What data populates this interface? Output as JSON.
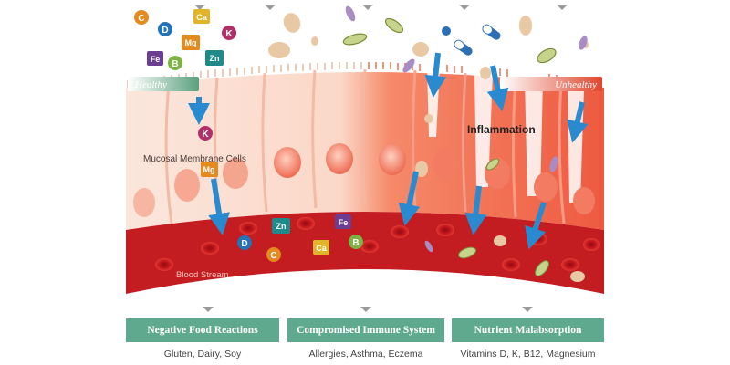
{
  "labels": {
    "healthy": "Healthy",
    "unhealthy": "Unhealthy",
    "mucosal": "Mucosal Membrane Cells",
    "blood": "Blood Stream",
    "inflammation": "Inflammation"
  },
  "nutrients_top": [
    "C",
    "Ca",
    "K",
    "D",
    "Mg",
    "Fe",
    "B",
    "Zn"
  ],
  "nutrients_cells": [
    "K",
    "Mg"
  ],
  "nutrients_blood": [
    "Zn",
    "Fe",
    "D",
    "C",
    "Ca",
    "B"
  ],
  "outcomes": [
    {
      "title": "Negative Food Reactions",
      "subtitle": "Gluten, Dairy, Soy"
    },
    {
      "title": "Compromised Immune System",
      "subtitle": "Allergies, Asthma, Eczema"
    },
    {
      "title": "Nutrient Malabsorption",
      "subtitle": "Vitamins D, K, B12, Magnesium"
    }
  ],
  "colors": {
    "healthy_bar": "#5aa07e",
    "unhealthy_bar": "#e0452c",
    "outcome_box": "#5fa98f",
    "blood": "#c31d22",
    "arrow": "#2a8ad0",
    "magenta_badge": "#b2306a",
    "orange_badge": "#e58a1e",
    "blue_badge": "#2572b8",
    "purple_badge": "#6b3e91",
    "green_badge": "#7cb342",
    "teal_badge": "#1f8a8a",
    "yellow_badge": "#e0b52b"
  }
}
